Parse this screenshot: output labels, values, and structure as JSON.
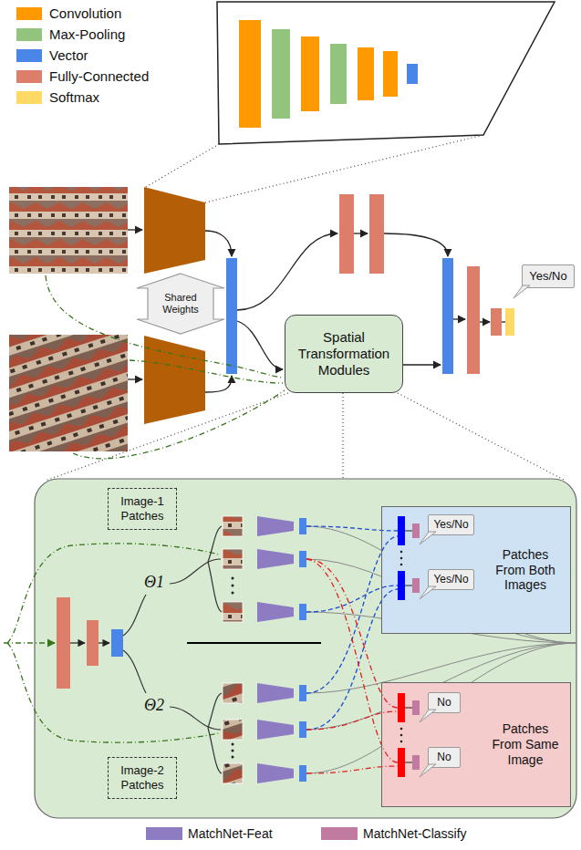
{
  "diagram": {
    "nodes": [
      {
        "text": [
          "Shared Weights"
        ]
      },
      {
        "text": [
          "Spatial Transformation Modules"
        ]
      },
      {
        "text": [
          "Yes/No"
        ]
      },
      {
        "text": [
          "Image-1 Patches"
        ]
      },
      {
        "text": [
          "Patches From Both Images"
        ]
      },
      {
        "text": [
          "Yes/No"
        ],
        "in": 4
      },
      {
        "text": [
          "Yes/No"
        ],
        "in": 4
      },
      {
        "text": [
          "Image-2 Patches"
        ]
      },
      {
        "text": [
          "Patches From Same Image"
        ]
      },
      {
        "text": [
          "No"
        ],
        "in": 8
      },
      {
        "text": [
          "No"
        ],
        "in": 8
      }
    ],
    "labels": [
      "Θ1",
      "Θ2"
    ],
    "legend": [
      {
        "text": "Convolution",
        "color": "#FF9900"
      },
      {
        "text": "Max-Pooling",
        "color": "#93C47D"
      },
      {
        "text": "Vector",
        "color": "#4A86E8"
      },
      {
        "text": "Fully-Connected",
        "color": "#DD7E6B"
      },
      {
        "text": "Softmax",
        "color": "#FFD966"
      },
      {
        "text": "MatchNet-Feat",
        "color": "#8E7CC3"
      },
      {
        "text": "MatchNet-Classify",
        "color": "#C27BA0"
      }
    ]
  }
}
